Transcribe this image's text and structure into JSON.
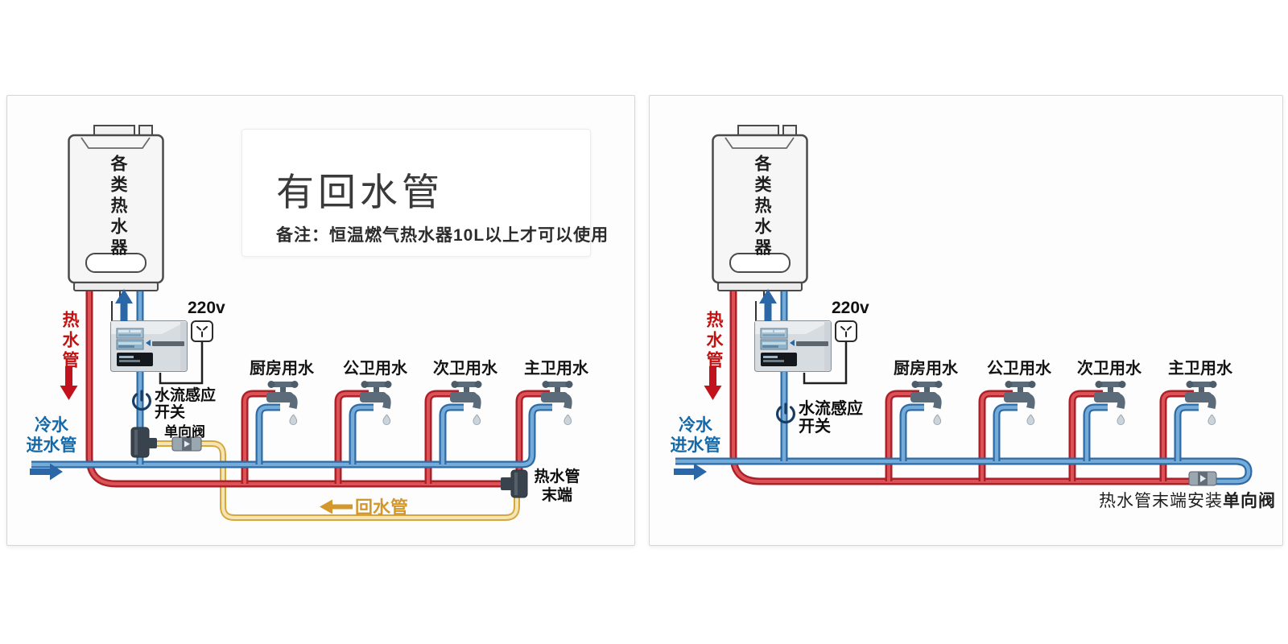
{
  "colors": {
    "hot-dark": "#ab2127",
    "hot-light": "#dd5257",
    "cold-dark": "#2e6ba5",
    "cold-light": "#74abd8",
    "ret-dark": "#d7a63d",
    "ret-light": "#f4e5b4",
    "label-hot": "#c60f0f",
    "label-cold": "#1569a8",
    "label-return": "#d3972b",
    "arrow-blue": "#2b67a7",
    "arrow-red": "#c2121d",
    "faucet": "#5b6b7a",
    "valve-dark": "#39434d"
  },
  "left_panel": {
    "heater_label": "各类热水器",
    "title": "有回水管",
    "note": "备注：恒温燃气热水器10L以上才可以使用",
    "voltage": "220v",
    "hot_pipe_label": "热水管",
    "cold_pipe_label": [
      "冷水",
      "进水管"
    ],
    "flow_sensor_label": [
      "水流感应",
      "开关"
    ],
    "check_valve_label": "单向阀",
    "fixtures": [
      "厨房用水",
      "公卫用水",
      "次卫用水",
      "主卫用水"
    ],
    "return_pipe_label": "回水管",
    "hot_end_label": [
      "热水管",
      "末端"
    ]
  },
  "right_panel": {
    "heater_label": "各类热水器",
    "voltage": "220v",
    "hot_pipe_label": "热水管",
    "cold_pipe_label": [
      "冷水",
      "进水管"
    ],
    "flow_sensor_label": [
      "水流感应",
      "开关"
    ],
    "fixtures": [
      "厨房用水",
      "公卫用水",
      "次卫用水",
      "主卫用水"
    ],
    "end_note_prefix": "热水管末端安装",
    "end_note_bold": "单向阀"
  }
}
